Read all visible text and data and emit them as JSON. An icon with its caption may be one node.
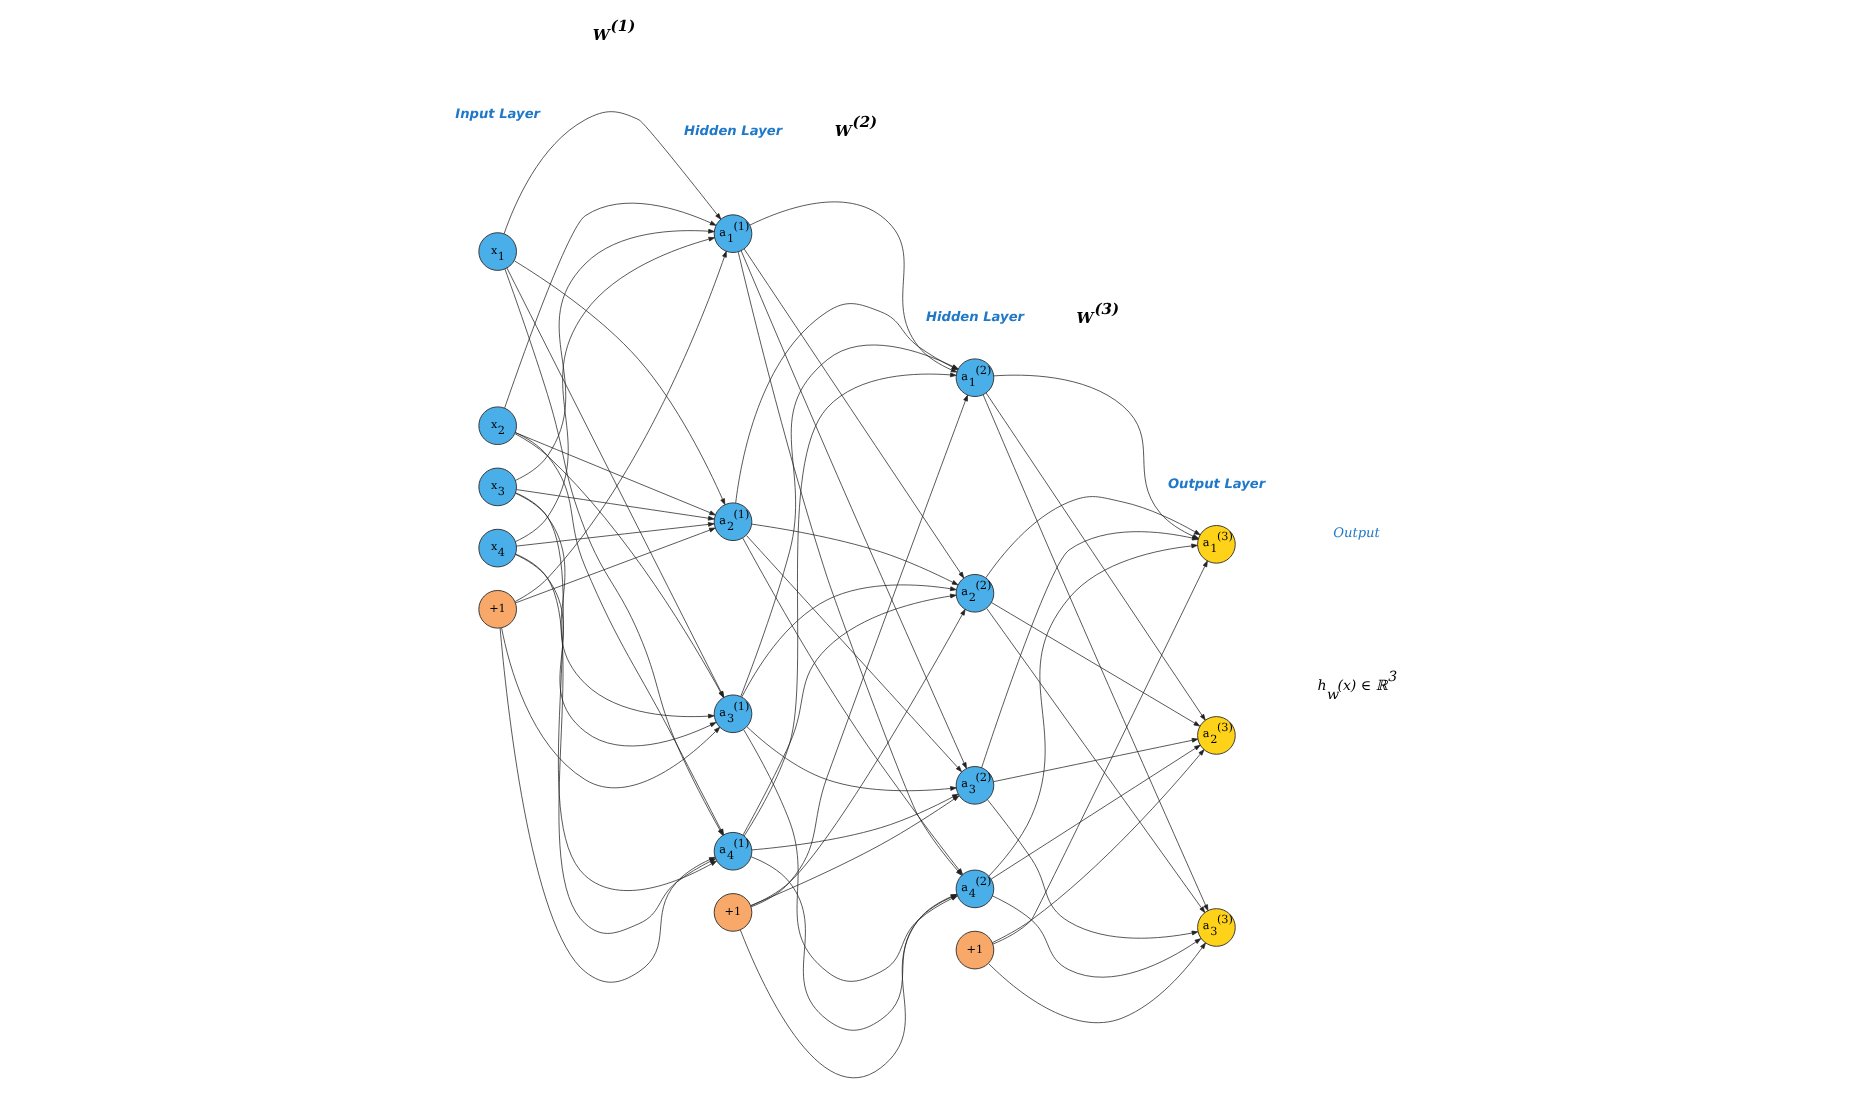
{
  "diagram": {
    "nodes": [
      {
        "text": [
          "x$_{1}$"
        ]
      },
      {
        "text": [
          "x$_{2}$"
        ]
      },
      {
        "text": [
          "x$_{3}$"
        ]
      },
      {
        "text": [
          "x$_{4}$"
        ]
      },
      {
        "text": [
          "+1"
        ]
      },
      {
        "text": [
          "a$_{1}$$^{(1)}$"
        ]
      },
      {
        "text": [
          "a$_{2}$$^{(1)}$"
        ]
      },
      {
        "text": [
          "a$_{3}$$^{(1)}$"
        ]
      },
      {
        "text": [
          "a$_{4}$$^{(1)}$"
        ]
      },
      {
        "text": [
          "+1"
        ]
      },
      {
        "text": [
          "a$_{1}$$^{(2)}$"
        ]
      },
      {
        "text": [
          "a$_{2}$$^{(2)}$"
        ]
      },
      {
        "text": [
          "a$_{3}$$^{(2)}$"
        ]
      },
      {
        "text": [
          "a$_{4}$$^{(2)}$"
        ]
      },
      {
        "text": [
          "+1"
        ]
      },
      {
        "text": [
          "a$_{1}$$^{(3)}$"
        ]
      },
      {
        "text": [
          "a$_{2}$$^{(3)}$"
        ]
      },
      {
        "text": [
          "a$_{3}$$^{(3)}$"
        ]
      }
    ],
    "edges": [
      {
        "from": 0,
        "to": 5,
        "arrow": "to"
      },
      {
        "from": 0,
        "to": 6,
        "arrow": "to"
      },
      {
        "from": 0,
        "to": 7,
        "arrow": "to"
      },
      {
        "from": 0,
        "to": 8,
        "arrow": "to"
      },
      {
        "from": 1,
        "to": 5,
        "arrow": "to"
      },
      {
        "from": 1,
        "to": 6,
        "arrow": "to"
      },
      {
        "from": 1,
        "to": 7,
        "arrow": "to"
      },
      {
        "from": 1,
        "to": 8,
        "arrow": "to"
      },
      {
        "from": 2,
        "to": 5,
        "arrow": "to"
      },
      {
        "from": 2,
        "to": 6,
        "arrow": "to"
      },
      {
        "from": 2,
        "to": 7,
        "arrow": "to"
      },
      {
        "from": 2,
        "to": 8,
        "arrow": "to"
      },
      {
        "from": 3,
        "to": 5,
        "arrow": "to"
      },
      {
        "from": 3,
        "to": 6,
        "arrow": "to"
      },
      {
        "from": 3,
        "to": 7,
        "arrow": "to"
      },
      {
        "from": 3,
        "to": 8,
        "arrow": "to"
      },
      {
        "from": 4,
        "to": 5,
        "arrow": "to"
      },
      {
        "from": 4,
        "to": 6,
        "arrow": "to"
      },
      {
        "from": 4,
        "to": 7,
        "arrow": "to"
      },
      {
        "from": 4,
        "to": 8,
        "arrow": "to"
      },
      {
        "from": 5,
        "to": 10,
        "arrow": "to"
      },
      {
        "from": 5,
        "to": 11,
        "arrow": "to"
      },
      {
        "from": 5,
        "to": 12,
        "arrow": "to"
      },
      {
        "from": 5,
        "to": 13,
        "arrow": "to"
      },
      {
        "from": 6,
        "to": 10,
        "arrow": "to"
      },
      {
        "from": 6,
        "to": 11,
        "arrow": "to"
      },
      {
        "from": 6,
        "to": 12,
        "arrow": "to"
      },
      {
        "from": 6,
        "to": 13,
        "arrow": "to"
      },
      {
        "from": 7,
        "to": 10,
        "arrow": "to"
      },
      {
        "from": 7,
        "to": 11,
        "arrow": "to"
      },
      {
        "from": 7,
        "to": 12,
        "arrow": "to"
      },
      {
        "from": 7,
        "to": 13,
        "arrow": "to"
      },
      {
        "from": 8,
        "to": 10,
        "arrow": "to"
      },
      {
        "from": 8,
        "to": 11,
        "arrow": "to"
      },
      {
        "from": 8,
        "to": 12,
        "arrow": "to"
      },
      {
        "from": 8,
        "to": 13,
        "arrow": "to"
      },
      {
        "from": 9,
        "to": 10,
        "arrow": "to"
      },
      {
        "from": 9,
        "to": 11,
        "arrow": "to"
      },
      {
        "from": 9,
        "to": 12,
        "arrow": "to"
      },
      {
        "from": 9,
        "to": 13,
        "arrow": "to"
      },
      {
        "from": 10,
        "to": 15,
        "arrow": "to"
      },
      {
        "from": 10,
        "to": 16,
        "arrow": "to"
      },
      {
        "from": 10,
        "to": 17,
        "arrow": "to"
      },
      {
        "from": 11,
        "to": 15,
        "arrow": "to"
      },
      {
        "from": 11,
        "to": 16,
        "arrow": "to"
      },
      {
        "from": 11,
        "to": 17,
        "arrow": "to"
      },
      {
        "from": 12,
        "to": 15,
        "arrow": "to"
      },
      {
        "from": 12,
        "to": 16,
        "arrow": "to"
      },
      {
        "from": 12,
        "to": 17,
        "arrow": "to"
      },
      {
        "from": 13,
        "to": 15,
        "arrow": "to"
      },
      {
        "from": 13,
        "to": 16,
        "arrow": "to"
      },
      {
        "from": 13,
        "to": 17,
        "arrow": "to"
      },
      {
        "from": 14,
        "to": 15,
        "arrow": "to"
      },
      {
        "from": 14,
        "to": 16,
        "arrow": "to"
      },
      {
        "from": 14,
        "to": 17,
        "arrow": "to"
      }
    ],
    "labels": [
      "Input Layer",
      "Hidden Layer",
      "Hidden Layer",
      "Output Layer",
      "W$^{(1)}$",
      "W$^{(2)}$",
      "W$^{(3)}$",
      "Output",
      "h$_{w}$(x) ∈ ℝ$^{3}$"
    ]
  }
}
